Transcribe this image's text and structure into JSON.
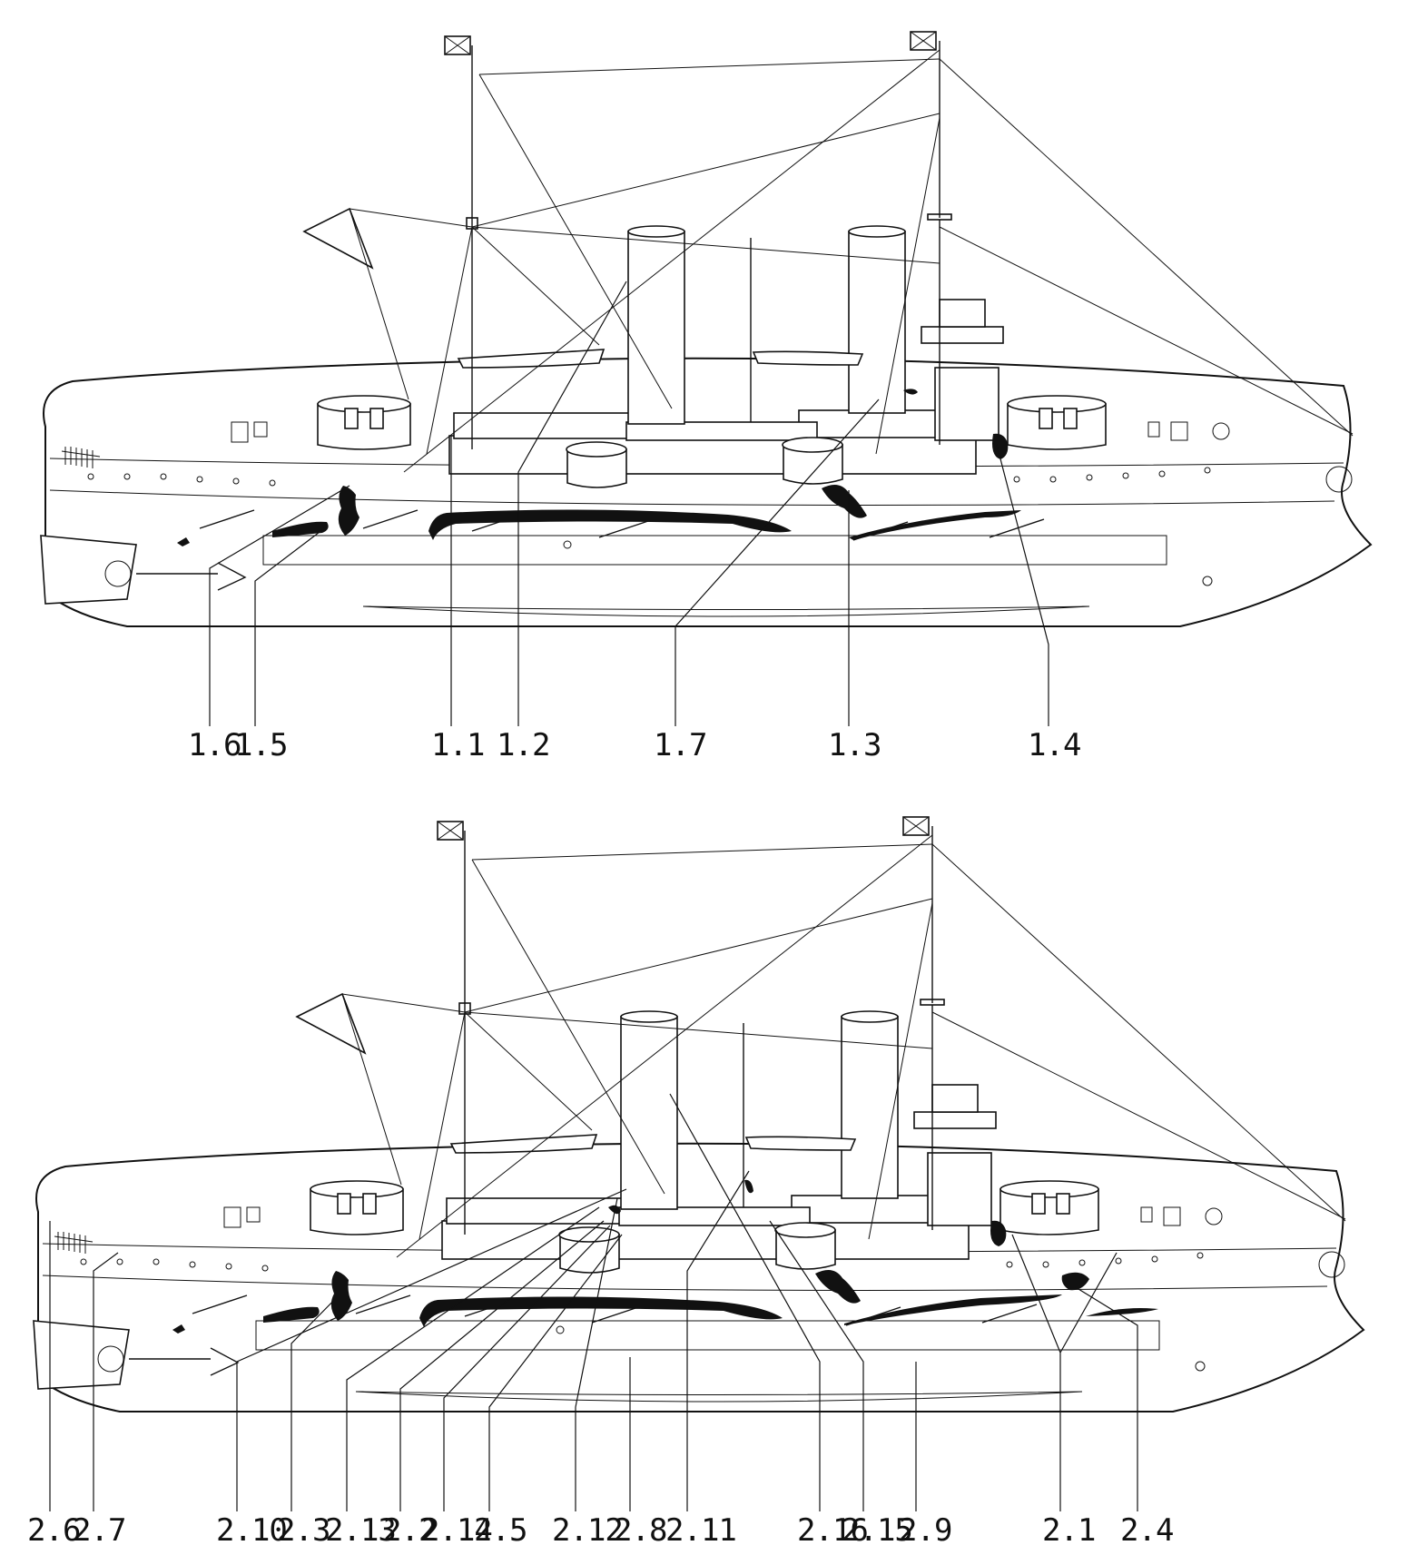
{
  "diagram": {
    "upper": {
      "callouts": [
        {
          "id": "1.6",
          "label": "1.6"
        },
        {
          "id": "1.5",
          "label": "1.5"
        },
        {
          "id": "1.1",
          "label": "1.1"
        },
        {
          "id": "1.2",
          "label": "1.2"
        },
        {
          "id": "1.7",
          "label": "1.7"
        },
        {
          "id": "1.3",
          "label": "1.3"
        },
        {
          "id": "1.4",
          "label": "1.4"
        }
      ]
    },
    "lower": {
      "callouts": [
        {
          "id": "2.6",
          "label": "2.6"
        },
        {
          "id": "2.7",
          "label": "2.7"
        },
        {
          "id": "2.10",
          "label": "2.10"
        },
        {
          "id": "2.3",
          "label": "2.3"
        },
        {
          "id": "2.13",
          "label": "2.13"
        },
        {
          "id": "2.2",
          "label": "2.2"
        },
        {
          "id": "2.14",
          "label": "2.14"
        },
        {
          "id": "2.5",
          "label": "2.5"
        },
        {
          "id": "2.12",
          "label": "2.12"
        },
        {
          "id": "2.8",
          "label": "2.8"
        },
        {
          "id": "2.11",
          "label": "2.11"
        },
        {
          "id": "2.16",
          "label": "2.16"
        },
        {
          "id": "2.15",
          "label": "2.15"
        },
        {
          "id": "2.9",
          "label": "2.9"
        },
        {
          "id": "2.1",
          "label": "2.1"
        },
        {
          "id": "2.4",
          "label": "2.4"
        }
      ]
    }
  }
}
